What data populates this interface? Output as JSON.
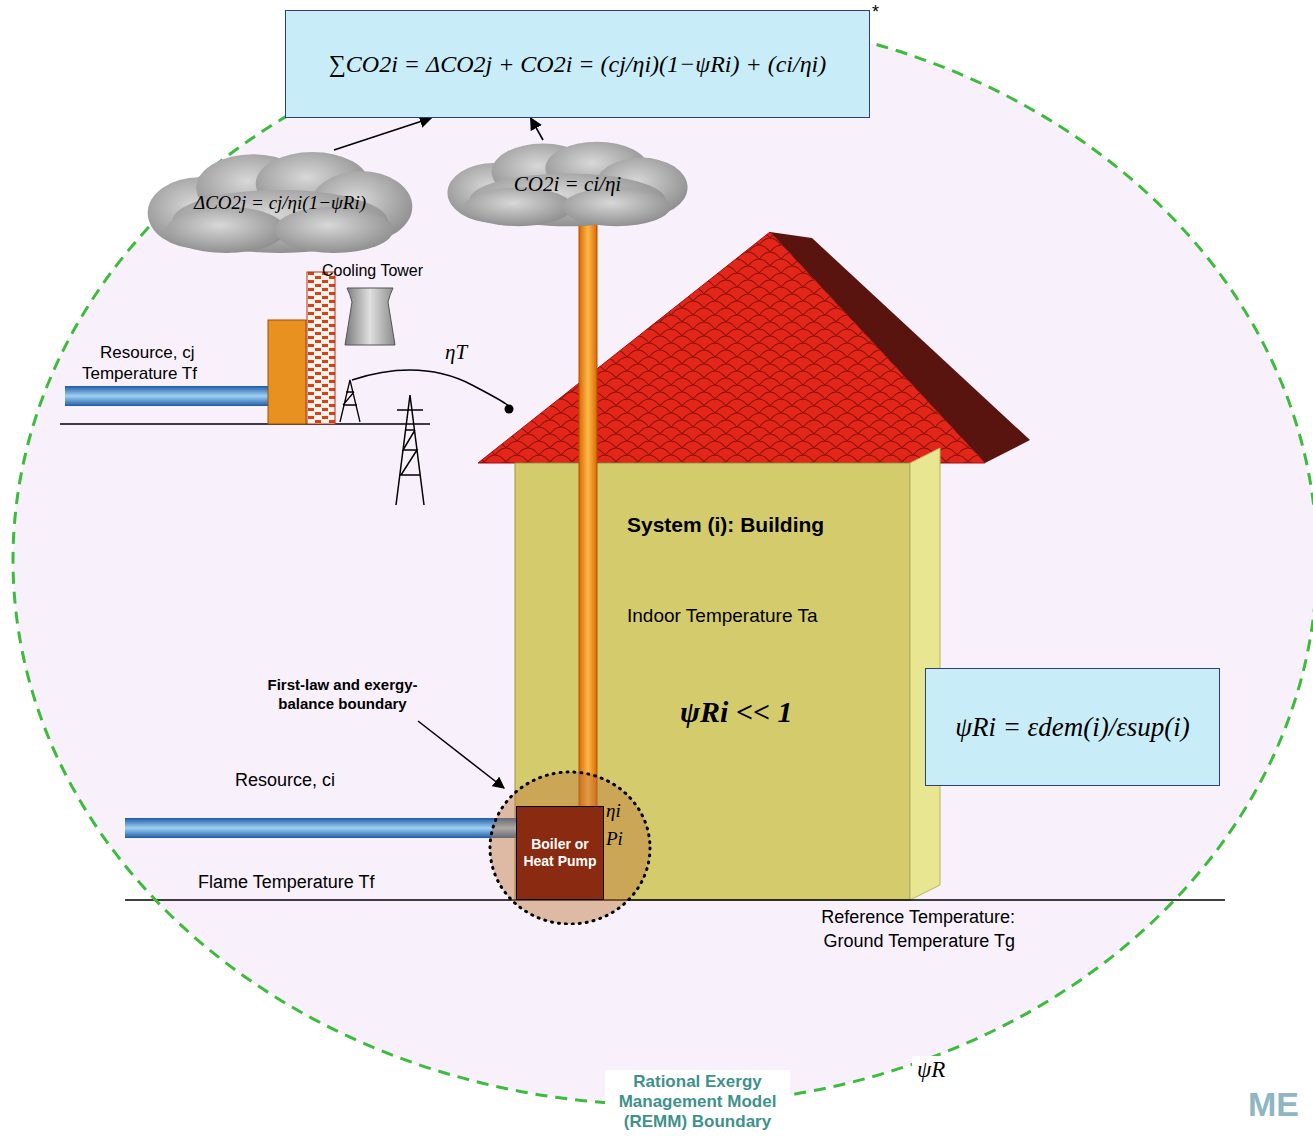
{
  "diagram": {
    "nodes": [
      {
        "text": [
          "Rational Exergy Management Model (REMM) Boundary"
        ]
      },
      {
        "text": [
          "∑CO2i = ΔCO2j + CO2i = (cj/ηi)(1−ψRi) + (ci/ηi)"
        ],
        "in": 0
      },
      {
        "text": [
          "ΔCO2j = cj/ηi(1−ψRi)"
        ],
        "in": 0
      },
      {
        "text": [
          "CO2i = ci/ηi"
        ],
        "in": 0
      },
      {
        "text": [
          "System (i): Building",
          "Indoor Temperature Ta",
          "ψRi << 1"
        ],
        "in": 0
      },
      {
        "text": [
          "First-law and exergy-balance boundary"
        ],
        "in": 0
      },
      {
        "text": [
          "Boiler or Heat Pump"
        ],
        "in": 5
      },
      {
        "text": [
          "ψRi = εdem(i)/εsup(i)"
        ],
        "in": 0
      }
    ],
    "edges": [
      {
        "from": 2,
        "to": 1,
        "arrow": "to"
      },
      {
        "from": 3,
        "to": 1,
        "arrow": "to"
      }
    ],
    "labels": [
      "*",
      "Cooling Tower",
      "Resource, cj",
      "Temperature Tf",
      "ηT",
      "Resource, ci",
      "Flame Temperature Tf",
      "ηi",
      "Pi",
      "Reference Temperature: Ground Temperature Tg",
      "ψR",
      "ME"
    ]
  }
}
